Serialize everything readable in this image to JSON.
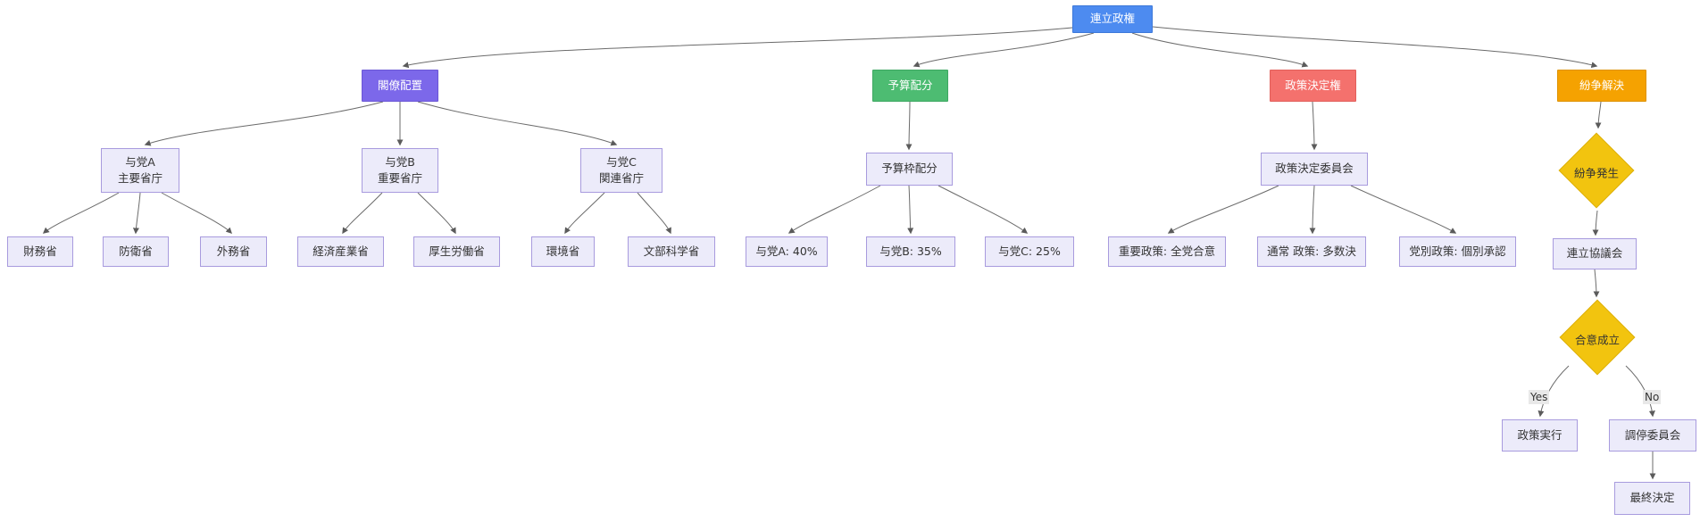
{
  "diagram": {
    "root": {
      "label": "連立政権",
      "color": "#4d8bf0"
    },
    "cabinet": {
      "label": "閣僚配置",
      "color": "#7c68ea",
      "party_a": {
        "name": "与党A",
        "role": "主要省庁",
        "ministries": [
          "財務省",
          "防衛省",
          "外務省"
        ]
      },
      "party_b": {
        "name": "与党B",
        "role": "重要省庁",
        "ministries": [
          "経済産業省",
          "厚生労働省"
        ]
      },
      "party_c": {
        "name": "与党C",
        "role": "関連省庁",
        "ministries": [
          "環境省",
          "文部科学省"
        ]
      }
    },
    "budget": {
      "label": "予算配分",
      "color": "#4dbc72",
      "frame": {
        "label": "予算枠配分"
      },
      "allocations": [
        "与党A: 40%",
        "与党B: 35%",
        "与党C: 25%"
      ]
    },
    "policy": {
      "label": "政策決定権",
      "color": "#f4716d",
      "committee": {
        "label": "政策決定委員会"
      },
      "rules": [
        "重要政策: 全党合意",
        "通常 政策: 多数決",
        "党別政策: 個別承認"
      ]
    },
    "conflict": {
      "label": "紛争解決",
      "color": "#f5a201",
      "occurrence": {
        "label": "紛争発生",
        "color": "#f2c40f"
      },
      "council": {
        "label": "連立協議会"
      },
      "agreement": {
        "label": "合意成立",
        "color": "#f2c40f"
      },
      "yes_label": "Yes",
      "no_label": "No",
      "execute": {
        "label": "政策実行"
      },
      "mediation": {
        "label": "調停委員会"
      },
      "final": {
        "label": "最終決定"
      }
    }
  }
}
